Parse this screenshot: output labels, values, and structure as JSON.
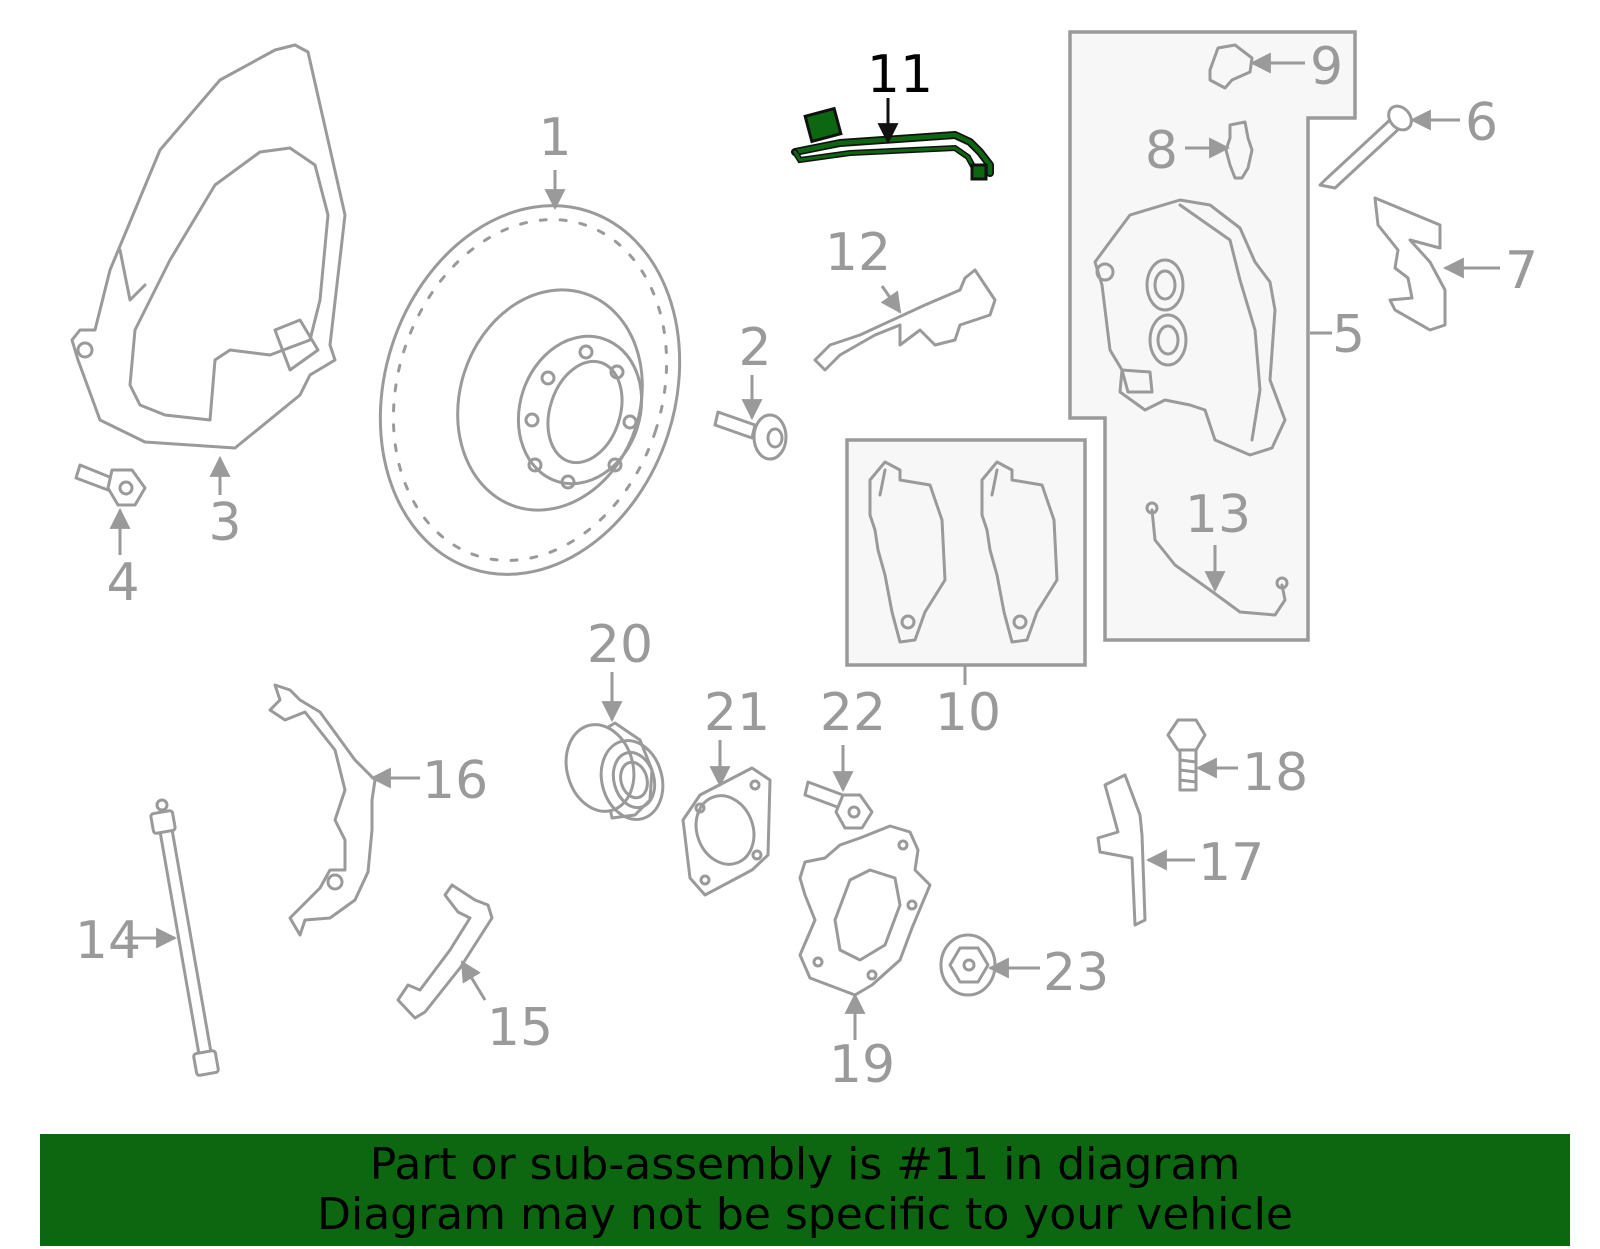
{
  "highlight": {
    "part_number": "11",
    "color": "#0d6610"
  },
  "callouts": [
    "1",
    "2",
    "3",
    "4",
    "5",
    "6",
    "7",
    "8",
    "9",
    "10",
    "11",
    "12",
    "13",
    "14",
    "15",
    "16",
    "17",
    "18",
    "19",
    "20",
    "21",
    "22",
    "23"
  ],
  "banner": {
    "line1": "Part or sub-assembly is #11 in diagram",
    "line2": "Diagram may not be specific to your vehicle",
    "background": "#0d6610"
  },
  "colors": {
    "line_art": "#9a9a9a",
    "group_box_fill": "#f7f7f7",
    "highlighted_label": "#000000"
  }
}
